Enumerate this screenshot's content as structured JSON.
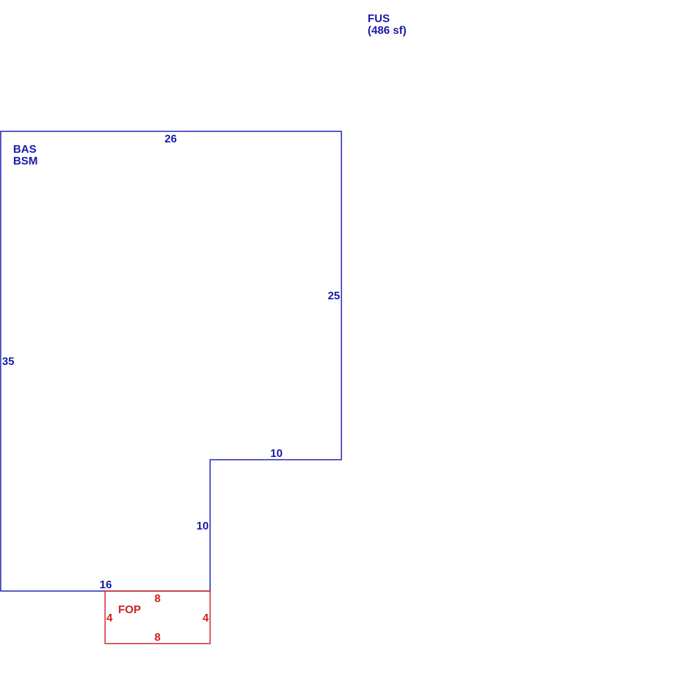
{
  "colors": {
    "main_outline": "#1a1ab8",
    "porch_outline": "#d42020"
  },
  "fus_label": {
    "code": "FUS",
    "area": "(486 sf)"
  },
  "main_area": {
    "codes": [
      "BAS",
      "BSM"
    ],
    "dimensions": {
      "top": "26",
      "right": "25",
      "left": "35",
      "inner_top": "10",
      "inner_left": "10",
      "bottom": "16"
    }
  },
  "porch": {
    "code": "FOP",
    "dimensions": {
      "top": "8",
      "bottom": "8",
      "left": "4",
      "right": "4"
    }
  }
}
